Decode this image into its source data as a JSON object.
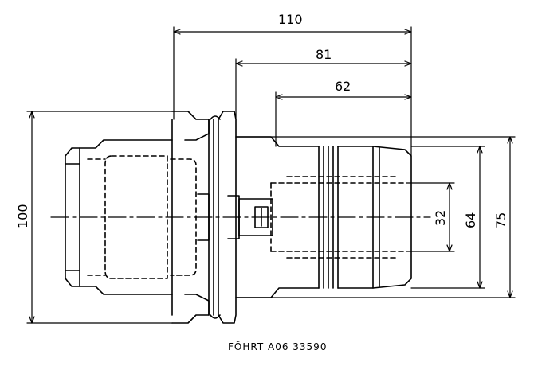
{
  "drawing": {
    "caption": "FÖHRT A06 33590",
    "dimensions": {
      "length_overall": "110",
      "length_mid": "81",
      "length_inner": "62",
      "height_overall": "100",
      "diameter_outer": "75",
      "diameter_mid": "64",
      "diameter_inner": "32"
    }
  },
  "colors": {
    "line": "#000000",
    "background": "#ffffff"
  }
}
